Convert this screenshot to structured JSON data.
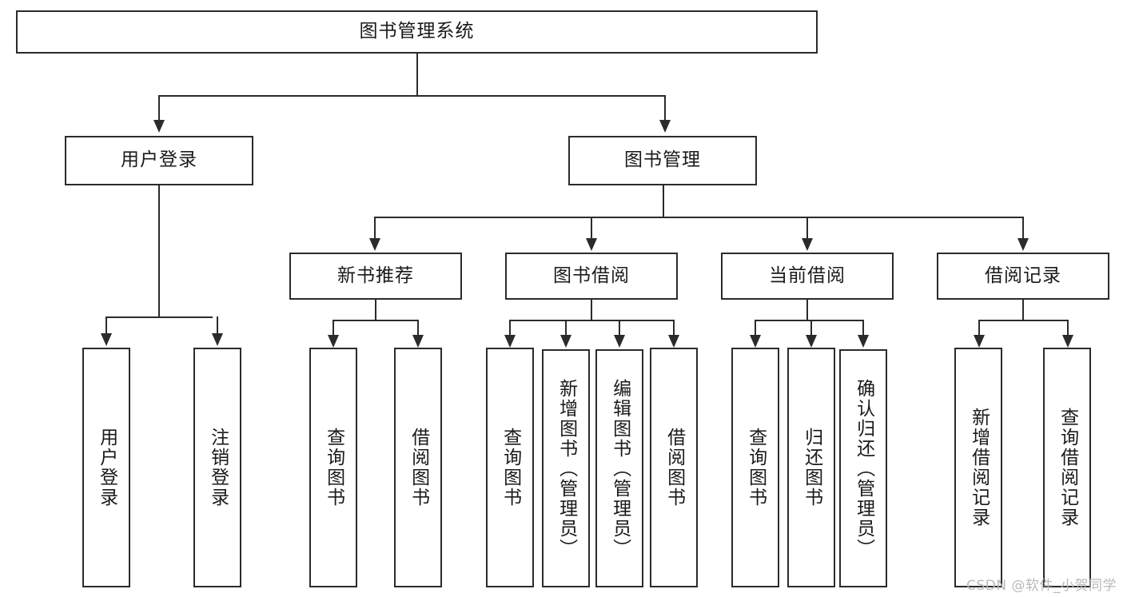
{
  "diagram": {
    "title": "图书管理系统",
    "type": "tree-hierarchy-diagram",
    "root": {
      "label": "图书管理系统"
    },
    "level2": [
      {
        "label": "用户登录"
      },
      {
        "label": "图书管理"
      }
    ],
    "level3": [
      {
        "label": "新书推荐"
      },
      {
        "label": "图书借阅"
      },
      {
        "label": "当前借阅"
      },
      {
        "label": "借阅记录"
      }
    ],
    "leaves": {
      "user_login": [
        {
          "label": "用户登录"
        },
        {
          "label": "注销登录"
        }
      ],
      "new_book_recommend": [
        {
          "label": "查询图书"
        },
        {
          "label": "借阅图书"
        }
      ],
      "book_borrow": [
        {
          "label": "查询图书"
        },
        {
          "label": "新增图书（管理员）"
        },
        {
          "label": "编辑图书（管理员）"
        },
        {
          "label": "借阅图书"
        }
      ],
      "current_borrow": [
        {
          "label": "查询图书"
        },
        {
          "label": "归还图书"
        },
        {
          "label": "确认归还（管理员）"
        }
      ],
      "borrow_record": [
        {
          "label": "新增借阅记录"
        },
        {
          "label": "查询借阅记录"
        }
      ]
    }
  },
  "watermark": {
    "text": "CSDN @软件_小贺同学"
  },
  "colors": {
    "stroke": "#2b2b2b",
    "background": "#ffffff",
    "text": "#1a1a1a",
    "watermark": "#b9b9b9"
  }
}
